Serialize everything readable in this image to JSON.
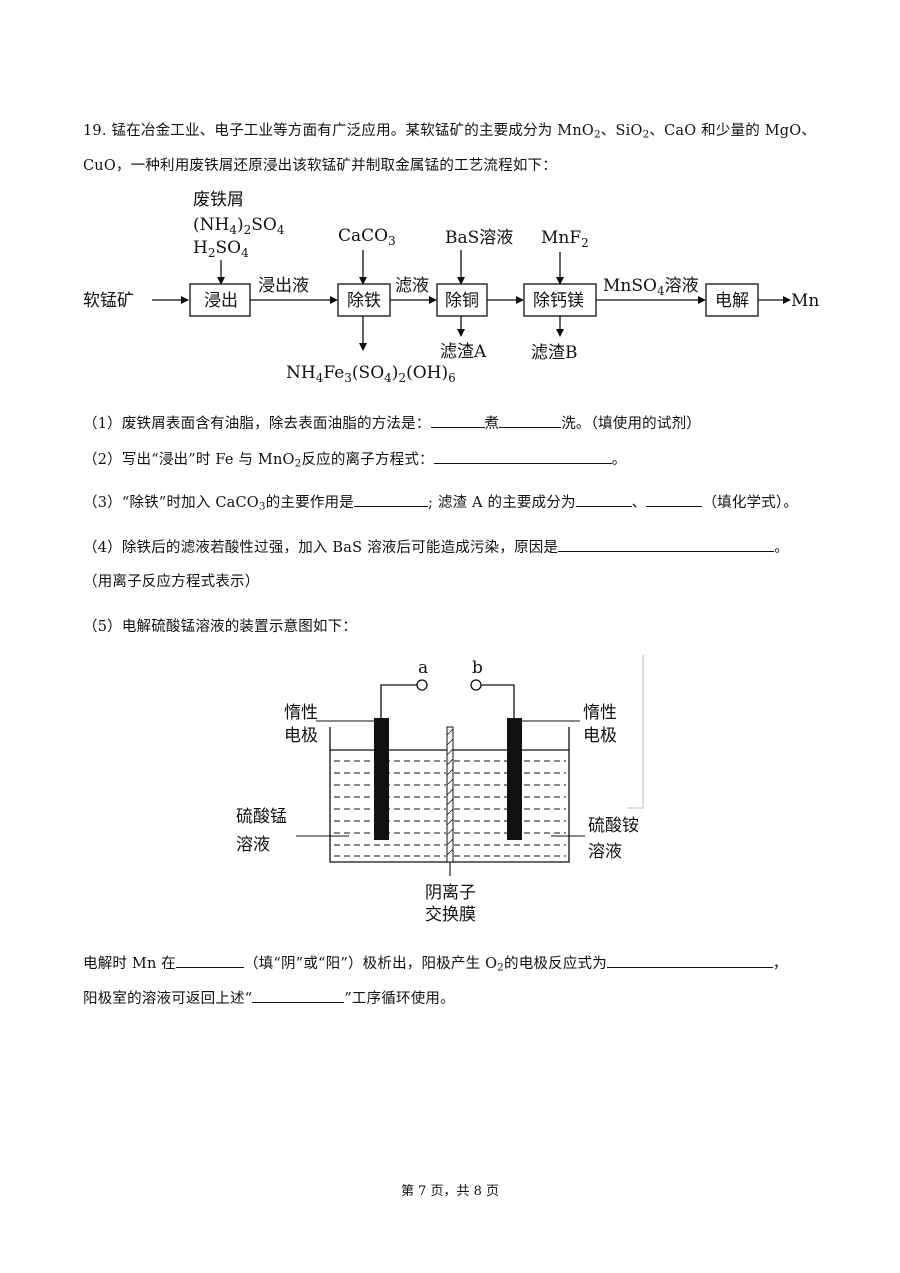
{
  "question": {
    "intro_1": "19. 锰在冶金工业、电子工业等方面有广泛应用。某软锰矿的主要成分为 MnO",
    "intro_1b": "、SiO",
    "intro_1c": "、CaO 和少量的 MgO、",
    "sub2": "2",
    "intro_2": "CuO，一种利用废铁屑还原浸出该软锰矿并制取金属锰的工艺流程如下："
  },
  "flow": {
    "input": "软锰矿",
    "reagent_leach_1": "废铁屑",
    "reagent_leach_2_a": "(NH",
    "reagent_leach_2_b": "4",
    "reagent_leach_2_c": ")",
    "reagent_leach_2_d": "2",
    "reagent_leach_2_e": "SO",
    "reagent_leach_2_f": "4",
    "reagent_leach_3_a": "H",
    "reagent_leach_3_b": "2",
    "reagent_leach_3_c": "SO",
    "reagent_leach_3_d": "4",
    "step_leach": "浸出",
    "arrow_leach_liquid": "浸出液",
    "reagent_caco3_a": "CaCO",
    "reagent_caco3_b": "3",
    "step_iron": "除铁",
    "arrow_filtrate": "滤液",
    "byproduct_a": "NH",
    "byproduct_b": "4",
    "byproduct_c": "Fe",
    "byproduct_d": "3",
    "byproduct_e": "(SO",
    "byproduct_f": "4",
    "byproduct_g": ")",
    "byproduct_h": "2",
    "byproduct_i": "(OH)",
    "byproduct_j": "6",
    "reagent_bas": "BaS溶液",
    "step_copper": "除铜",
    "residue_a": "滤渣A",
    "reagent_mnf2_a": "MnF",
    "reagent_mnf2_b": "2",
    "step_camg": "除钙镁",
    "residue_b": "滤渣B",
    "arrow_mnso4_a": "MnSO",
    "arrow_mnso4_b": "4",
    "arrow_mnso4_c": "溶液",
    "step_electrolysis": "电解",
    "output": "Mn"
  },
  "sub_questions": {
    "q1_a": "（1）废铁屑表面含有油脂，除去表面油脂的方法是：",
    "q1_b": "煮",
    "q1_c": "洗。（填使用的试剂）",
    "q2_a": "（2）写出“浸出”时 Fe 与 MnO",
    "q2_b": "反应的离子方程式：",
    "q2_c": "。",
    "q3_a": "（3）“除铁”时加入 CaCO",
    "q3_b": "的主要作用是",
    "q3_c": "; 滤渣 A 的主要成分为",
    "q3_d": "、",
    "q3_e": "（填化学式）。",
    "q4_a": "（4）除铁后的滤液若酸性过强，加入 BaS 溶液后可能造成污染，原因是",
    "q4_b": "。",
    "q4_c": "（用离子反应方程式表示）",
    "q5": "（5）电解硫酸锰溶液的装置示意图如下：",
    "e1_a": "电解时 Mn 在",
    "e1_b": "（填“阴”或“阳”）极析出，阳极产生 O",
    "e1_c": "的电极反应式为",
    "e1_d": "，",
    "e2_a": "阳极室的溶液可返回上述“",
    "e2_b": "”工序循环使用。",
    "sub2": "2",
    "sub3": "3"
  },
  "cell": {
    "terminal_a": "a",
    "terminal_b": "b",
    "left_electrode_1": "惰性",
    "left_electrode_2": "电极",
    "right_electrode_1": "惰性",
    "right_electrode_2": "电极",
    "left_solution_1": "硫酸锰",
    "left_solution_2": "溶液",
    "right_solution_1": "硫酸铵",
    "right_solution_2": "溶液",
    "membrane_1": "阴离子",
    "membrane_2": "交换膜"
  },
  "footer": "第 7 页，共 8 页"
}
